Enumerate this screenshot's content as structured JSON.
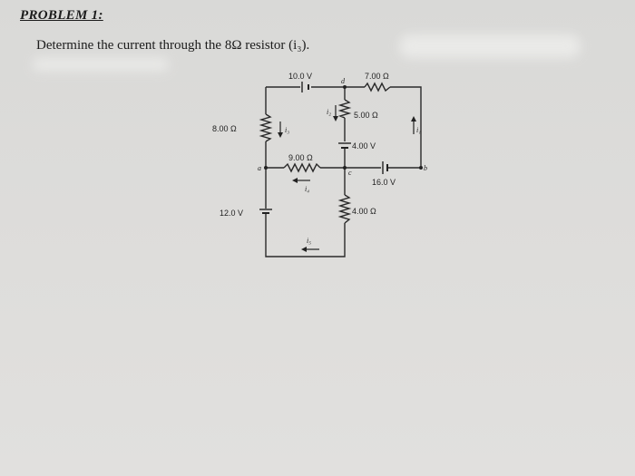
{
  "problem": {
    "title": "PROBLEM 1:",
    "question": "Determine the current through the 8Ω resistor (i₃)."
  },
  "circuit": {
    "labels": {
      "battery_10": "10.0 V",
      "resistor_7": "7.00 Ω",
      "resistor_5": "5.00 Ω",
      "resistor_8": "8.00 Ω",
      "battery_4": "4.00 V",
      "resistor_9": "9.00 Ω",
      "battery_16": "16.0 V",
      "battery_12": "12.0 V",
      "resistor_4": "4.00 Ω"
    },
    "nodes": {
      "a": "a",
      "b": "b",
      "c": "c",
      "d": "d"
    },
    "currents": {
      "i1": "i₁",
      "i2": "i₂",
      "i3": "i₃",
      "i4": "i₄",
      "i5": "i₅"
    }
  }
}
